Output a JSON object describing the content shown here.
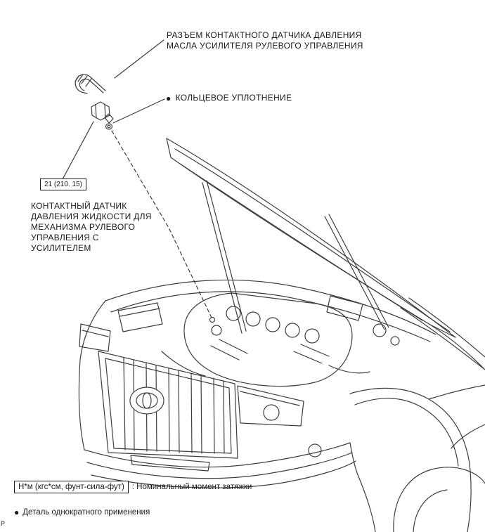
{
  "page": {
    "background": "#ffffff",
    "line_color": "#3d3d3d",
    "text_color": "#1a1a1a"
  },
  "labels": {
    "connector": "РАЗЪЕМ КОНТАКТНОГО ДАТЧИКА ДАВЛЕНИЯ\nМАСЛА УСИЛИТЕЛЯ РУЛЕВОГО УПРАВЛЕНИЯ",
    "oring_bullet": "●",
    "oring": "КОЛЬЦЕВОЕ УПЛОТНЕНИЕ",
    "torque_value": "21 (210. 15)",
    "sensor": "КОНТАКТНЫЙ ДАТЧИК\nДАВЛЕНИЯ ЖИДКОСТИ ДЛЯ\nМЕХАНИЗМА РУЛЕВОГО\nУПРАВЛЕНИЯ С\nУСИЛИТЕЛЕМ"
  },
  "legend": {
    "torque_unit": "Н*м (кгс*см, фунт-сила-фут)",
    "torque_desc": ": Номинальный момент затяжки",
    "nonreusable_bullet": "●",
    "nonreusable": "Деталь однократного применения"
  },
  "corner_mark": "P"
}
